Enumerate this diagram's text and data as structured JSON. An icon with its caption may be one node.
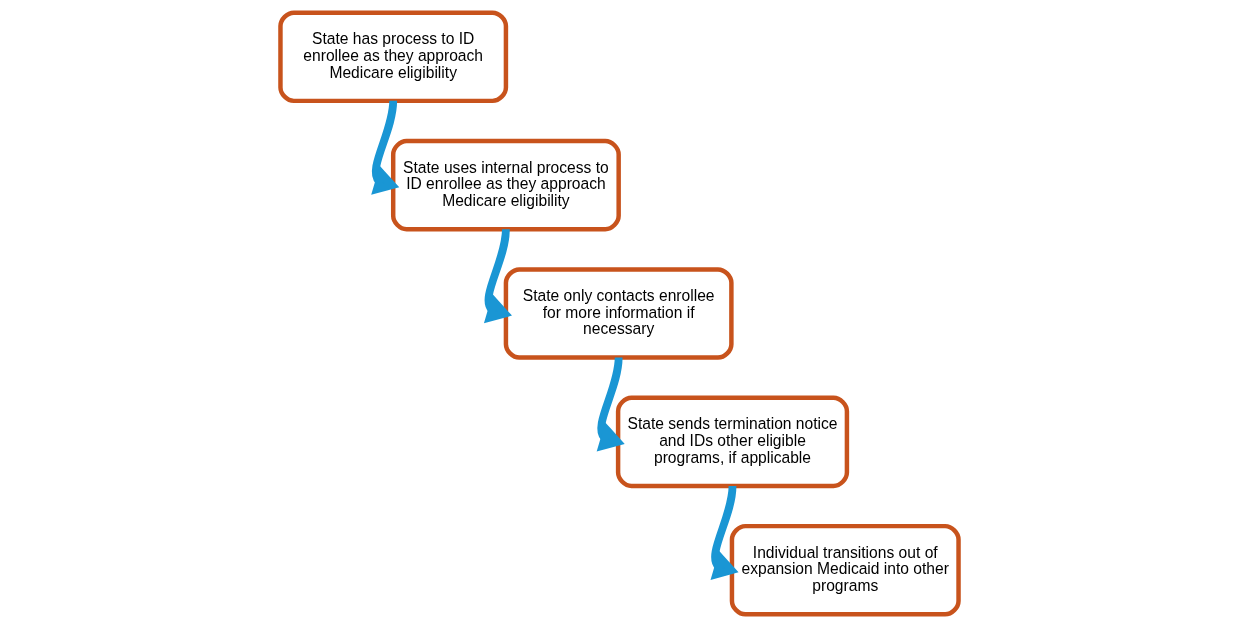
{
  "diagram": {
    "nodes": [
      {
        "text": [
          "State has process to ID enrollee as they approach Medicare eligibility"
        ]
      },
      {
        "text": [
          "State uses internal process to ID enrollee as they approach Medicare eligibility"
        ]
      },
      {
        "text": [
          "State only contacts enrollee for more information if necessary"
        ]
      },
      {
        "text": [
          "State sends termination notice and IDs other eligible programs, if applicable"
        ]
      },
      {
        "text": [
          "Individual transitions out of expansion Medicaid into other programs"
        ]
      }
    ],
    "edges": [
      {
        "from": 0,
        "to": 1,
        "arrow": "to"
      },
      {
        "from": 1,
        "to": 2,
        "arrow": "to"
      },
      {
        "from": 2,
        "to": 3,
        "arrow": "to"
      },
      {
        "from": 3,
        "to": 4,
        "arrow": "to"
      }
    ]
  }
}
